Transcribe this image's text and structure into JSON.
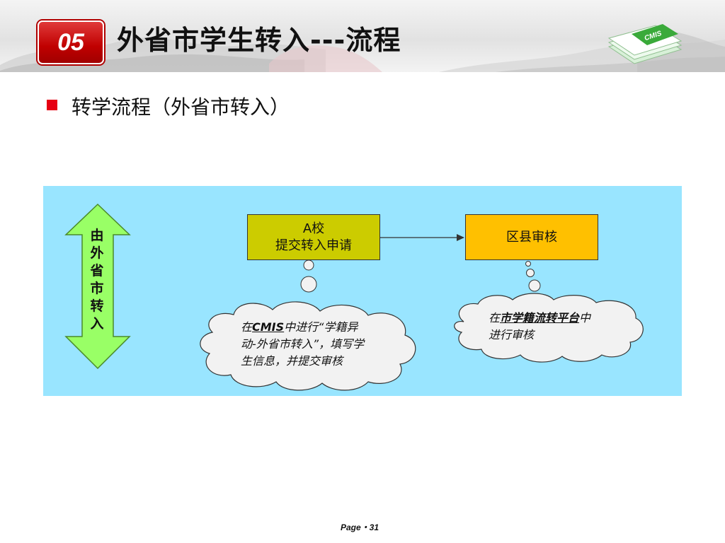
{
  "header": {
    "badge": "05",
    "title": "外省市学生转入---流程",
    "logo_icon": "cmis-card-stack-icon",
    "logo_text": "CMIS"
  },
  "section": {
    "bullet_icon": "red-square-bullet-icon",
    "subtitle": "转学流程（外省市转入）"
  },
  "diagram": {
    "arrow_label": [
      "由",
      "外",
      "省",
      "市",
      "转",
      "入"
    ],
    "step_a": {
      "line1": "A校",
      "line2": "提交转入申请"
    },
    "step_b": {
      "label": "区县审核"
    },
    "cloud_a": {
      "prefix": "在",
      "highlight": "CMIS",
      "suffix": "中进行“学籍异动-外省市转入”，填写学生信息，并提交审核"
    },
    "cloud_b": {
      "prefix": "在",
      "highlight": "市学籍流转平台",
      "suffix": "中进行审核"
    },
    "colors": {
      "panel": "#99e5ff",
      "step_a": "#cccc00",
      "step_b": "#ffc000",
      "arrow": "#99ff66"
    }
  },
  "footer": {
    "page": "Page・31"
  }
}
